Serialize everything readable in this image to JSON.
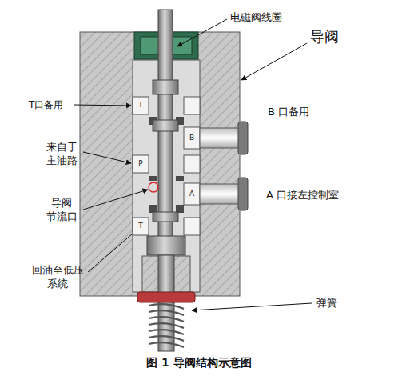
{
  "diagram": {
    "caption": "图 1 导阀结构示意图",
    "labels": [
      "电磁阀线圈",
      "导阀",
      "T口备用",
      "T",
      "B 口备用",
      "B",
      "来自于 主油路",
      "P",
      "A 口接左控制室",
      "A",
      "导阀 节流口",
      "T",
      "回油至低压 系统",
      "弹簧"
    ]
  }
}
